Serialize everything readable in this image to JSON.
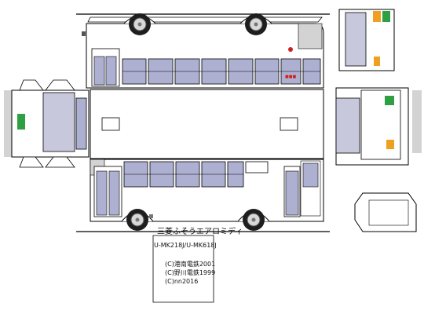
{
  "credits": {
    "model_name": "三菱ふそうエアロミディ",
    "model_code": "U-MK218J/U-MK618J",
    "line1": "(C)港南電鉄2001",
    "line2": "(C)野川電鉄1999",
    "line3": "(C)nn2016"
  },
  "colors": {
    "outline": "#000000",
    "window": "#aeb0d2",
    "body_shade": "#c8c8dc",
    "grey_panel": "#d3d3d3",
    "tyre": "#1e1e1e",
    "hub": "#d8d8d8",
    "green_sign": "#2ea043",
    "orange_lamp": "#f0a020",
    "red_lamp": "#d02020",
    "mirror": "#8c8c8c"
  }
}
